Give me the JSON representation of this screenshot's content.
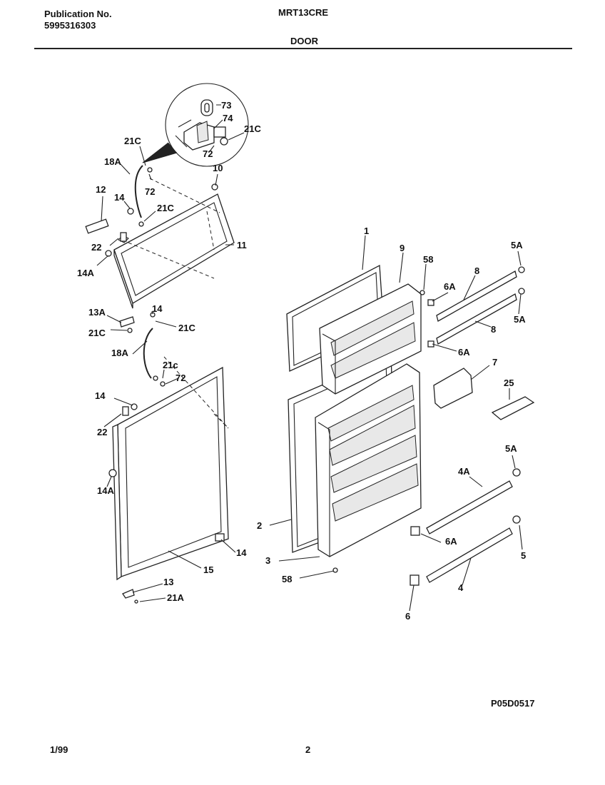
{
  "header": {
    "publication_label": "Publication No.",
    "publication_number": "5995316303",
    "model": "MRT13CRE",
    "section": "DOOR"
  },
  "footer": {
    "drawing_code": "P05D0517",
    "date": "1/99",
    "page": "2"
  },
  "callouts": {
    "c73": "73",
    "c74": "74",
    "c21C_detail": "21C",
    "c72_detail": "72",
    "c21C_a": "21C",
    "c18A_a": "18A",
    "c72_a": "72",
    "c10": "10",
    "c12": "12",
    "c14_a": "14",
    "c21C_b": "21C",
    "c22_a": "22",
    "c14A_a": "14A",
    "c11": "11",
    "c13A": "13A",
    "c14_b": "14",
    "c21C_c": "21C",
    "c21C_d": "21C",
    "c18A_b": "18A",
    "c21c_e": "21c",
    "c72_b": "72",
    "c14_c": "14",
    "c22_b": "22",
    "c14A_b": "14A",
    "c14_d": "14",
    "c15": "15",
    "c13": "13",
    "c21A": "21A",
    "c1": "1",
    "c9": "9",
    "c58_a": "58",
    "c6A_a": "6A",
    "c8_a": "8",
    "c5A_a": "5A",
    "c5A_b": "5A",
    "c8_b": "8",
    "c6A_b": "6A",
    "c7": "7",
    "c25": "25",
    "c5A_c": "5A",
    "c4A": "4A",
    "c2": "2",
    "c6A_c": "6A",
    "c5": "5",
    "c3": "3",
    "c58_b": "58",
    "c4": "4",
    "c6": "6"
  }
}
